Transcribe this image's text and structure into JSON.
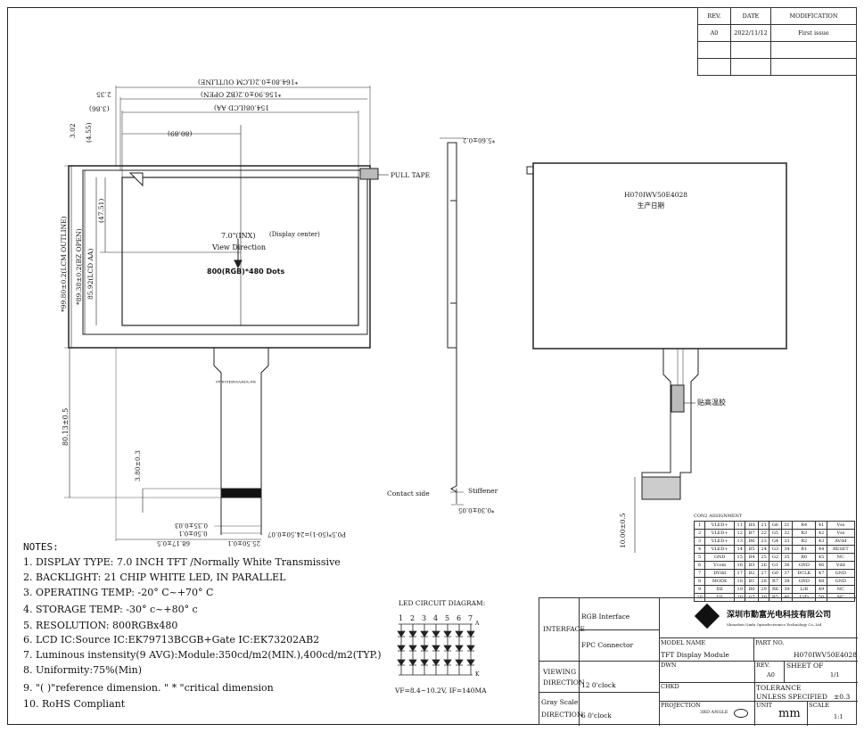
{
  "revision_table": {
    "headers": [
      "REV.",
      "DATE",
      "MODIFICATION"
    ],
    "rows": [
      [
        "A0",
        "2022/11/12",
        "First issue"
      ]
    ]
  },
  "front_view": {
    "dim_lcm_outline_w": "*164.80±0.2(LCM OUTLINE)",
    "dim_bz_open_w": "*156.90±0.2(BZ OPEN)",
    "dim_lcd_aa_w": "154.08(LCD AA)",
    "dim_offset_left": "2.35",
    "dim_offset_left2": "(3.86)",
    "dim_center_x": "(80.89)",
    "dim_top_offset": "3.02",
    "dim_top_offset2": "(4.55)",
    "dim_center_y": "(47.51)",
    "dim_lcm_outline_h": "*99.80±0.2(LCM OUTLINE)",
    "dim_bz_open_h": "*89.38±0.2(BZ OPEN)",
    "dim_lcd_aa_h": "85.92(LCD AA)",
    "size_label": "7.0\"(INX)",
    "display_center": "(Display center)",
    "view_direction": "View Direction",
    "resolution_label": "800(RGB)*480 Dots",
    "pull_tape": "PULL TAPE",
    "fpc_text": "H070IWV50E4028-A0",
    "dim_fpc_len": "80.13±0.5",
    "dim_stiffener": "3.80±0.3",
    "dim_b1": "0.35±0.03",
    "dim_b2": "0.50±0.1",
    "dim_b3": "68.17±0.5",
    "dim_b4": "25.50±0.1",
    "dim_pitch": "P0.5*(50-1)=24.50±0.07"
  },
  "side_view": {
    "thickness": "*5.60±0.2",
    "stiffener_label": "Stiffener",
    "contact_side": "Contact side",
    "stiffener_thk": "*0.30±0.05"
  },
  "back_view": {
    "model": "H070IWV50E4028",
    "date_label": "生产日期",
    "glue_label": "贴高温胶",
    "dim_fpc_tail": "10.00±0.5"
  },
  "pin_assignment": {
    "title": "CON2 ASSIGNMENT",
    "rows": [
      [
        "1",
        "VLED+",
        "11",
        "HS",
        "21",
        "G6",
        "31",
        "R4",
        "41",
        "Vss"
      ],
      [
        "2",
        "VLED+",
        "12",
        "B7",
        "22",
        "G5",
        "32",
        "R3",
        "42",
        "Vss"
      ],
      [
        "3",
        "VLED+",
        "13",
        "B6",
        "23",
        "G4",
        "33",
        "R2",
        "43",
        "AVdd"
      ],
      [
        "4",
        "VLED+",
        "14",
        "B5",
        "24",
        "G3",
        "34",
        "R1",
        "44",
        "RESET"
      ],
      [
        "5",
        "GND",
        "15",
        "B4",
        "25",
        "G2",
        "35",
        "R0",
        "45",
        "NC"
      ],
      [
        "6",
        "Vcom",
        "16",
        "B3",
        "26",
        "G1",
        "36",
        "GND",
        "46",
        "Vdd"
      ],
      [
        "7",
        "DVdd",
        "17",
        "B2",
        "27",
        "G0",
        "37",
        "DCLK",
        "47",
        "GND"
      ],
      [
        "8",
        "MODE",
        "18",
        "B1",
        "28",
        "R7",
        "38",
        "GND",
        "48",
        "GND"
      ],
      [
        "9",
        "DE",
        "19",
        "B0",
        "29",
        "R6",
        "39",
        "L/R",
        "49",
        "NC"
      ],
      [
        "10",
        "VS",
        "20",
        "G7",
        "30",
        "R5",
        "40",
        "U/D",
        "50",
        "NC"
      ]
    ]
  },
  "notes": {
    "title": "NOTES:",
    "items": [
      "1. DISPLAY TYPE: 7.0 INCH TFT /Normally White Transmissive",
      "2. BACKLIGHT: 21 CHIP WHITE LED, IN PARALLEL",
      "3. OPERATING TEMP: -20° C~+70° C",
      "4. STORAGE TEMP: -30° c~+80° c",
      "5. RESOLUTION: 800RGBx480",
      "6. LCD IC:Source IC:EK79713BCGB+Gate IC:EK73202AB2",
      "7. Luminous instensity(9 AVG):Module:350cd/m2(MIN.),400cd/m2(TYP.)",
      "8. Uniformity:75%(Min)",
      "9. \"( )\"reference dimension. \" * \"critical dimension",
      "10. RoHS Compliant"
    ]
  },
  "led_circuit": {
    "title": "LED CIRCUIT DIAGRAM:",
    "columns": [
      "1",
      "2",
      "3",
      "4",
      "5",
      "6",
      "7"
    ],
    "anode": "A",
    "cathode": "K",
    "spec": "VF=8.4~10.2V, IF=140MA"
  },
  "title_block": {
    "interface_label": "INTERFACE",
    "interface_value": "RGB Interface",
    "fpc_connector": "FPC Connector",
    "company_cn": "深圳市勤富光电科技有限公司",
    "company_en": "Shenzhen Qinfu Optoelectronics Technology Co.,Ltd",
    "model_name_label": "MODEL NAME",
    "model_name": "TFT Display Module",
    "part_no_label": "PART NO.",
    "part_no": "H070IWV50E4028",
    "viewing_direction_label": "VIEWING DIRECTION",
    "viewing_direction": "12 0'clock",
    "dwn_label": "DWN",
    "rev_label": "REV.",
    "rev_value": "A0",
    "sheet_label": "SHEET OF",
    "sheet_value": "1/1",
    "chkd_label": "CHKD",
    "tolerance_label": "TOLERANCE UNLESS SPECIFIED",
    "tolerance_value": "±0.3",
    "gray_scale_label": "Gray Scale DIRECTION",
    "gray_scale_value": "6 0'clock",
    "projection_label": "PROJECTION",
    "projection_value": "3RD ANGLE",
    "unit_label": "UNIT",
    "unit_value": "mm",
    "scale_label": "SCALE",
    "scale_value": "1:1"
  }
}
